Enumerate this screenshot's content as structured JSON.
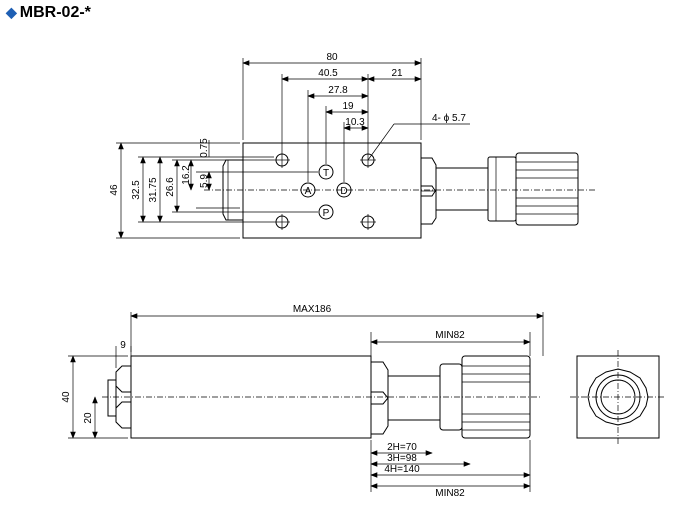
{
  "title": "MBR-02-*",
  "icons": {
    "title_marker": "blue-diamond-icon"
  },
  "colors": {
    "title_marker": "#1e5fb4",
    "lines": "#000000",
    "background": "#ffffff"
  },
  "top_view": {
    "dims_horizontal": [
      "80",
      "40.5",
      "21",
      "27.8",
      "19",
      "10.3"
    ],
    "dims_vertical": [
      "46",
      "32.5",
      "31.75",
      "26.6",
      "16.2",
      "5.9",
      "0.75"
    ],
    "hole_callout": "4- ϕ 5.7",
    "ports": [
      "T",
      "A",
      "D",
      "P"
    ]
  },
  "side_view": {
    "max_length": "MAX186",
    "min_top": "MIN82",
    "min_bottom": "MIN82",
    "height": "40",
    "half_height": "20",
    "small_width": "9",
    "variants": [
      "2H=70",
      "3H=98",
      "4H=140"
    ]
  }
}
